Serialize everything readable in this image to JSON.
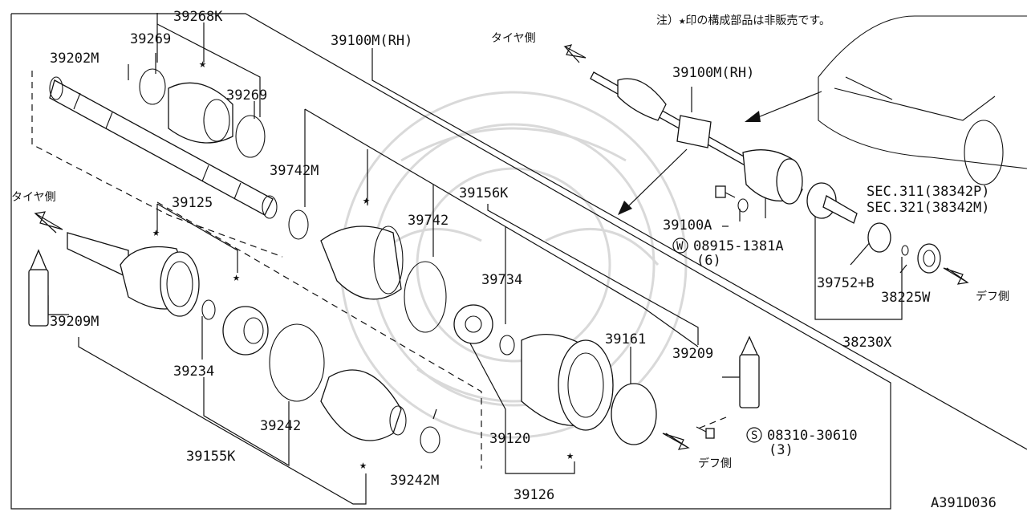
{
  "note": "注）★印の構成部品は非販売です。",
  "diagram_id": "A391D036",
  "directions": {
    "tire_side_top": "タイヤ側",
    "tire_side_left": "タイヤ側",
    "diff_side_right": "デフ側",
    "diff_side_bottom": "デフ側"
  },
  "labels": {
    "p39268K": "39268K",
    "p39269_a": "39269",
    "p39269_b": "39269",
    "p39202M": "39202M",
    "p39100M_RH_a": "39100M(RH)",
    "p39100M_RH_b": "39100M(RH)",
    "p39742M": "39742M",
    "p39742": "39742",
    "p39156K": "39156K",
    "p39125": "39125",
    "p39734": "39734",
    "p39209M": "39209M",
    "p39234": "39234",
    "p39242": "39242",
    "p39155K": "39155K",
    "p39242M": "39242M",
    "p39120": "39120",
    "p39126": "39126",
    "p39161": "39161",
    "p39209": "39209",
    "p39100A": "39100A",
    "p39752B": "39752+B",
    "p38225W": "38225W",
    "p38230X": "38230X",
    "sec311": "SEC.311(38342P)",
    "sec321": "SEC.321(38342M)"
  },
  "washer": {
    "mark": "W",
    "part": "08915-1381A",
    "qty": "(6)"
  },
  "screw": {
    "mark": "S",
    "part": "08310-30610",
    "qty": "(3)"
  }
}
